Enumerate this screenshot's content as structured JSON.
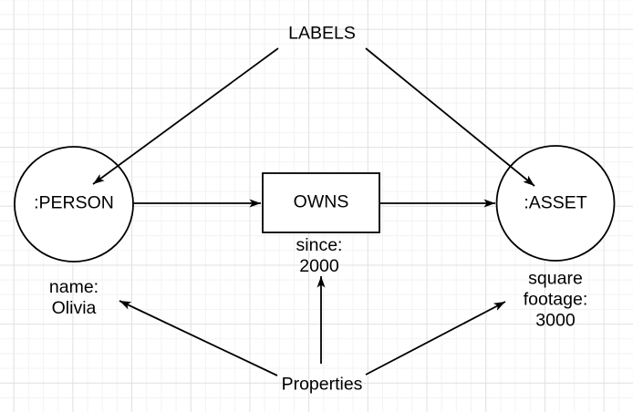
{
  "colors": {
    "stroke": "#000000",
    "shape_fill": "#ffffff",
    "canvas_bg": "#ffffff",
    "grid_minor": "#f3f3f3",
    "grid_major": "#e2e2e2",
    "text": "#000000"
  },
  "texts": {
    "labels_annotation": "LABELS",
    "person_node": ":PERSON",
    "owns_relationship": "OWNS",
    "asset_node": ":ASSET",
    "person_property": "name:\nOlivia",
    "owns_property": "since:\n2000",
    "asset_property": "square\nfootage:\n3000",
    "properties_annotation": "Properties"
  }
}
